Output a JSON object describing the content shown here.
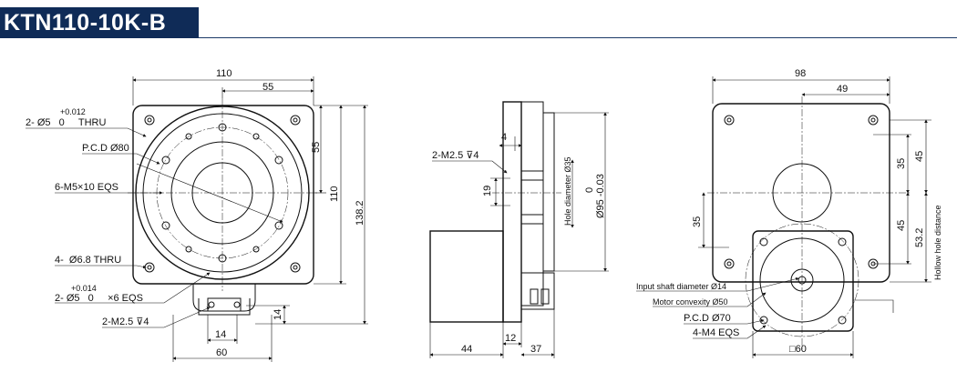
{
  "title": "KTN110-10K-B",
  "front_view": {
    "width_110": "110",
    "half_55": "55",
    "height_55": "55",
    "height_110": "110",
    "height_138": "138.2",
    "bottom_14": "14",
    "bottom_14b": "14",
    "width_60": "60",
    "hole_tol_1": "+0.012",
    "hole_label_1": "2- Ø5   0     THRU",
    "pcd": "P.C.D Ø80",
    "screws": "6-M5×10 EQS",
    "thru_holes": "4-  Ø6.8 THRU",
    "hole_tol_2": "+0.014",
    "hole_label_2": "2- Ø5   0     ×6 EQS",
    "m25": "2-M2.5 ⊽4"
  },
  "side_view": {
    "dim_4": "4",
    "m25": "2-M2.5 ⊽4",
    "dim_19": "19",
    "hole_diameter": "Hole diameter Ø35",
    "flange_tol": "0",
    "flange_dia": "Ø95 -0.03",
    "dim_44": "44",
    "dim_12": "12",
    "dim_37": "37"
  },
  "back_view": {
    "width_98": "98",
    "half_49": "49",
    "v35_top": "35",
    "v45_top": "45",
    "v35_left": "35",
    "v45_bot": "45",
    "v53": "53.2",
    "hollow": "Hollow hole distance",
    "input_shaft": "Input shaft diameter Ø14",
    "motor_convexity": "Motor convexity Ø50",
    "pcd": "P.C.D Ø70",
    "m4": "4-M4 EQS",
    "square": "□60"
  }
}
